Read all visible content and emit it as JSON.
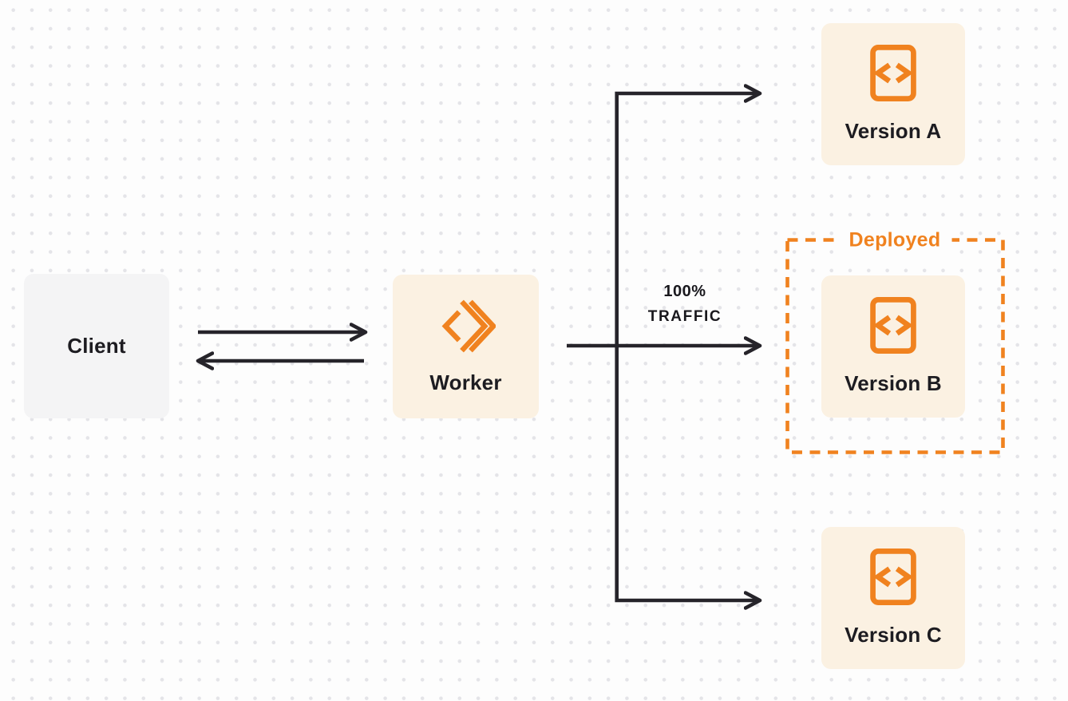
{
  "diagram": {
    "nodes": {
      "client": {
        "label": "Client"
      },
      "worker": {
        "label": "Worker",
        "icon": "workers-chevrons-icon"
      },
      "version_a": {
        "label": "Version A",
        "icon": "code-file-icon"
      },
      "version_b": {
        "label": "Version B",
        "icon": "code-file-icon"
      },
      "version_c": {
        "label": "Version C",
        "icon": "code-file-icon"
      }
    },
    "annotations": {
      "deployed_label": "Deployed",
      "traffic_percent": "100%",
      "traffic_word": "TRAFFIC"
    },
    "colors": {
      "accent_orange": "#F0821F",
      "node_cream": "#FBF1E2",
      "client_gray": "#F4F4F5",
      "connector_dark": "#26242A",
      "text_dark": "#1D1C21",
      "page_background": "#FDFDFD",
      "dot_grid": "#E4E4E8"
    }
  }
}
